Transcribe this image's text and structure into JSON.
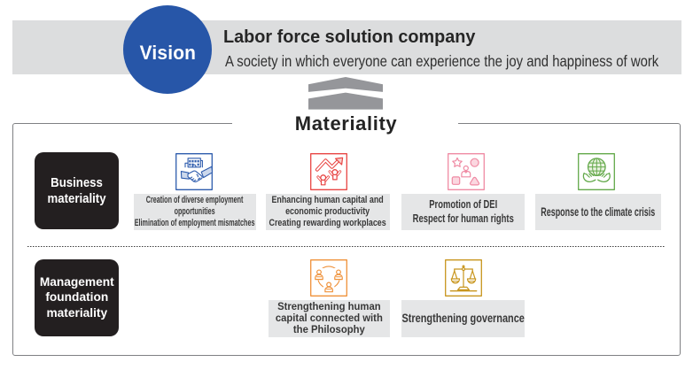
{
  "banner": {
    "badge": "Vision",
    "title": "Labor force solution company",
    "subtitle": "A society in which everyone can experience the joy and happiness of work"
  },
  "diagram": {
    "title": "Materiality",
    "rows": [
      {
        "category": "Business\nmateriality",
        "items": [
          {
            "icon": "building-handshake-icon",
            "color": "#2e5cad",
            "label": "Creation of diverse employment\nopportunities\nElimination of employment mismatches"
          },
          {
            "icon": "growth-chart-people-icon",
            "color": "#e84543",
            "label": "Enhancing human capital and\neconomic productivity\nCreating rewarding workplaces"
          },
          {
            "icon": "dei-shapes-icon",
            "color": "#ef8aa3",
            "label": "Promotion of DEI\nRespect for human rights"
          },
          {
            "icon": "globe-in-hands-icon",
            "color": "#63a94a",
            "label": "Response to the climate crisis"
          }
        ]
      },
      {
        "category": "Management\nfoundation\nmateriality",
        "items": [
          {
            "icon": "people-network-icon",
            "color": "#ef9139",
            "label": "Strengthening human\ncapital connected with\nthe Philosophy"
          },
          {
            "icon": "scales-icon",
            "color": "#c8951d",
            "label": "Strengthening governance"
          }
        ]
      }
    ]
  },
  "colors": {
    "banner_bg": "#dcddde",
    "vision_blue": "#2756a8",
    "chevron_gray": "#95969a",
    "category_black": "#231f20",
    "label_bg": "#e5e6e7",
    "frame_border": "#7f8083"
  }
}
